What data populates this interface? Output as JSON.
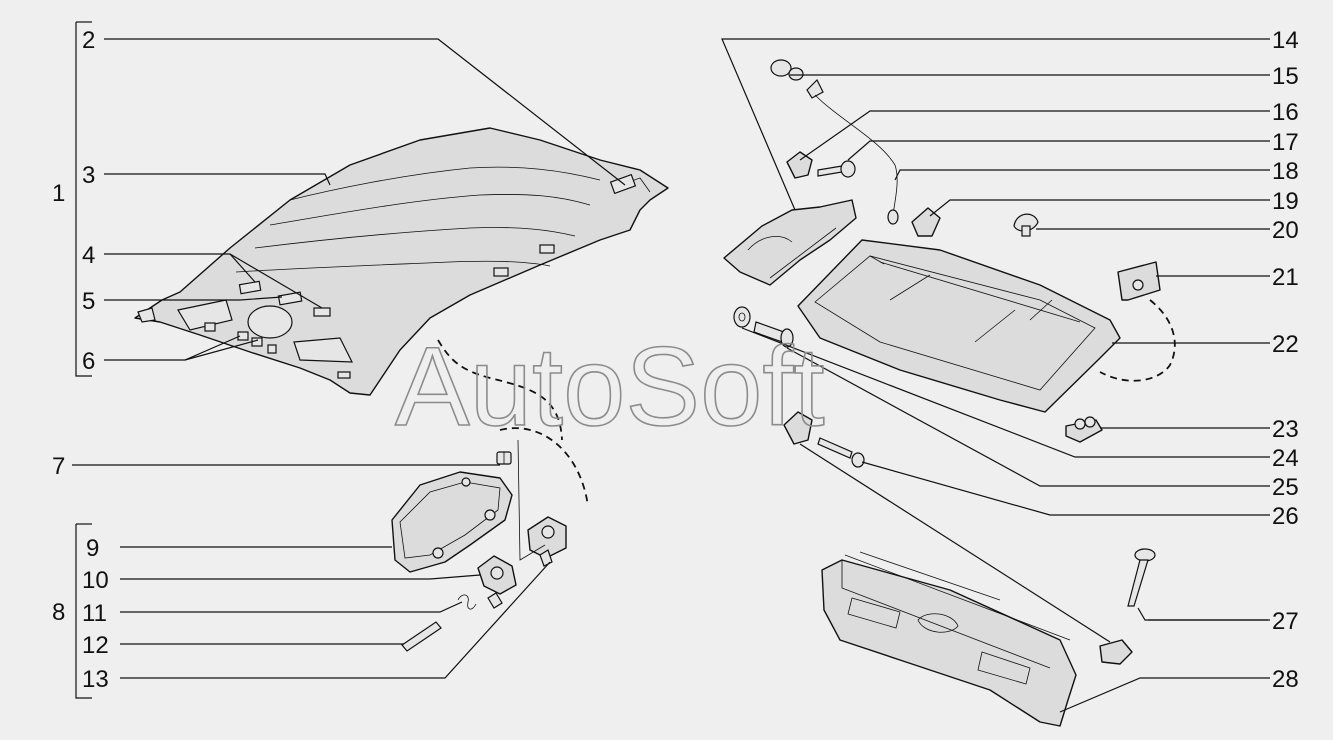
{
  "watermark": "AutoSoft",
  "labels": {
    "n1": "1",
    "n2": "2",
    "n3": "3",
    "n4": "4",
    "n5": "5",
    "n6": "6",
    "n7": "7",
    "n8": "8",
    "n9": "9",
    "n10": "10",
    "n11": "11",
    "n12": "12",
    "n13": "13",
    "n14": "14",
    "n15": "15",
    "n16": "16",
    "n17": "17",
    "n18": "18",
    "n19": "19",
    "n20": "20",
    "n21": "21",
    "n22": "22",
    "n23": "23",
    "n24": "24",
    "n25": "25",
    "n26": "26",
    "n27": "27",
    "n28": "28"
  }
}
